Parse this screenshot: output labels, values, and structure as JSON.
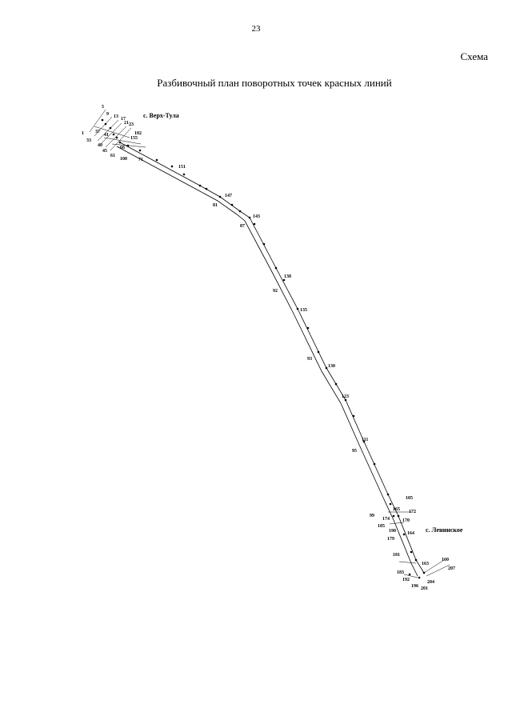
{
  "document": {
    "page_number": "23",
    "schema_label": "Схема",
    "title": "Разбивочный план поворотных точек красных линий"
  },
  "villages": {
    "north": "с. Верх-Тула",
    "south": "с. Ленинское"
  },
  "point_labels": {
    "p5": "5",
    "p9": "9",
    "p13": "13",
    "p17": "17",
    "p21": "21",
    "p23": "23",
    "p1": "1",
    "p33": "33",
    "p37": "37",
    "p41": "41",
    "p40": "40",
    "p45": "45",
    "p61": "61",
    "p66": "66",
    "p100": "100",
    "p102": "102",
    "p155": "155",
    "p71": "71",
    "p151": "151",
    "p147": "147",
    "p81": "81",
    "p143": "143",
    "p87": "87",
    "p138": "138",
    "p92": "92",
    "p135": "135",
    "p93": "93",
    "p130": "130",
    "p123": "123",
    "p111": "111",
    "p95": "95",
    "p105": "105",
    "p99": "99",
    "p165": "165",
    "p172": "172",
    "p174": "174",
    "p170": "170",
    "p185": "185",
    "p190": "190",
    "p164": "164",
    "p179": "179",
    "p181": "181",
    "p183": "183",
    "p163": "163",
    "p160": "160",
    "p207": "207",
    "p192": "192",
    "p204": "204",
    "p196": "196",
    "p201": "201"
  }
}
